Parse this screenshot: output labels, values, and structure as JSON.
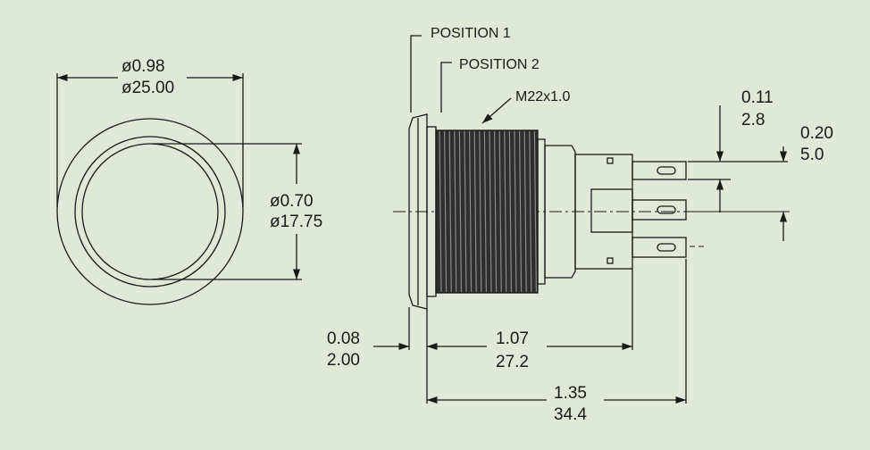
{
  "colors": {
    "background": "#dfe9d6",
    "line": "#1a1a1a",
    "thread": "#2a2a2a"
  },
  "front_view": {
    "outer_diameter": {
      "in": "ø0.98",
      "mm": "ø25.00"
    },
    "inner_diameter": {
      "in": "ø0.70",
      "mm": "ø17.75"
    }
  },
  "side_view": {
    "position_1": "POSITION 1",
    "position_2": "POSITION 2",
    "thread": "M22x1.0",
    "terminal_width": {
      "in": "0.11",
      "mm": "2.8"
    },
    "terminal_pitch": {
      "in": "0.20",
      "mm": "5.0"
    },
    "bezel_thickness": {
      "in": "0.08",
      "mm": "2.00"
    },
    "body_length": {
      "in": "1.07",
      "mm": "27.2"
    },
    "total_length": {
      "in": "1.35",
      "mm": "34.4"
    }
  }
}
